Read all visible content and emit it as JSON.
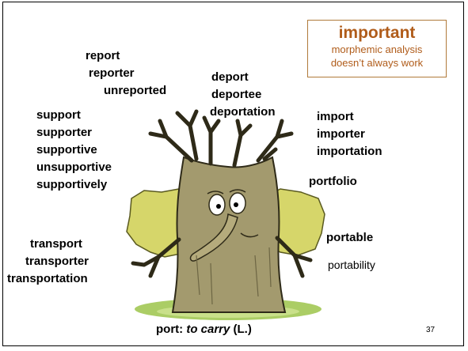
{
  "callout": {
    "title": "important",
    "lines": [
      "morphemic analysis",
      "doesn’t always work"
    ]
  },
  "word_groups": {
    "report": [
      "report",
      "reporter",
      "unreported"
    ],
    "deport": [
      "deport",
      "deportee",
      "deportation"
    ],
    "support": [
      "support",
      "supporter",
      "supportive",
      "unsupportive",
      "supportively"
    ],
    "import": [
      "import",
      "importer",
      "importation"
    ],
    "portfolio": [
      "portfolio"
    ],
    "portable": [
      "portable"
    ],
    "transport": [
      "transport",
      "transporter",
      "transportation"
    ]
  },
  "secondary_word": "portability",
  "caption": {
    "root": "port: ",
    "meaning": "to carry",
    "origin": " (L.)"
  },
  "page_number": "37",
  "colors": {
    "callout_text": "#b05c1a",
    "callout_border": "#b07a3a",
    "trunk": "#a39a6e",
    "foliage": "#d6d66a",
    "grass": "#9cc44a"
  }
}
